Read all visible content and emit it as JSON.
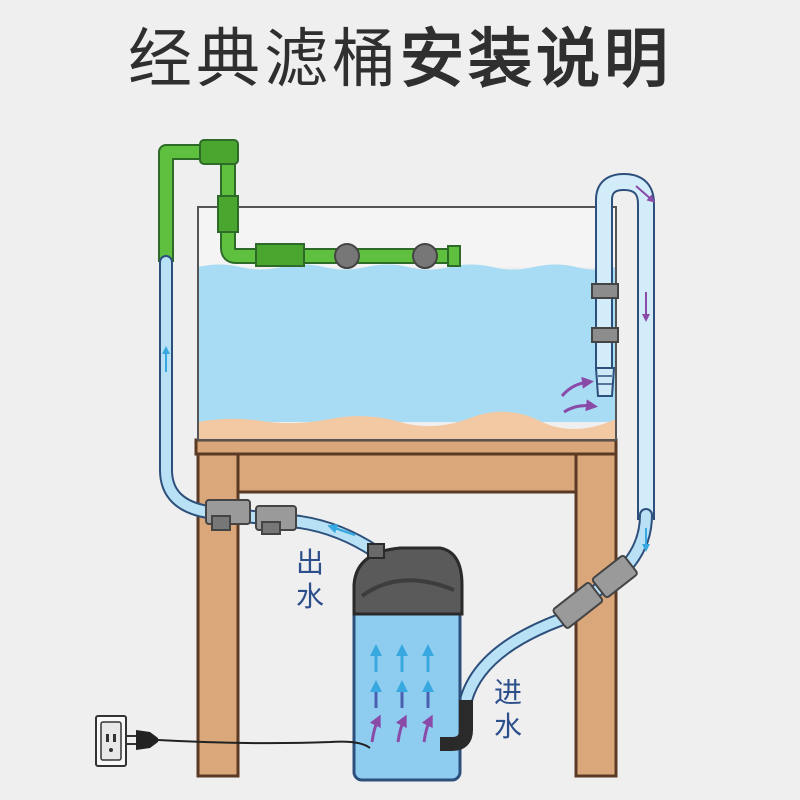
{
  "title": {
    "normal": "经典滤桶",
    "bold": "安装说明"
  },
  "labels": {
    "outlet_line1": "出",
    "outlet_line2": "水",
    "inlet_line1": "进",
    "inlet_line2": "水"
  },
  "colors": {
    "background": "#efefef",
    "water": "#a8dcf4",
    "sand": "#f2c9a3",
    "table_wood": "#d9a77a",
    "green_pipe": "#5fbf3f",
    "hose": "#b9e1f6",
    "hose_edge": "#2d4f7c",
    "flow_arrow_blue": "#38a8e0",
    "flow_arrow_purple": "#8a4aa8",
    "filter_head": "#5a5a5a",
    "filter_body": "#8fcdf0"
  },
  "icons": [
    "power-outlet-icon",
    "power-plug-icon",
    "flow-arrow-icon",
    "valve-connector-icon"
  ]
}
